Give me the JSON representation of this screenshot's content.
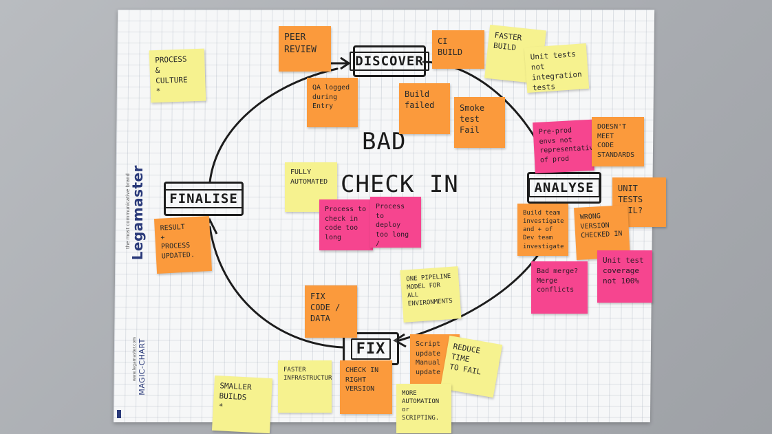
{
  "board": {
    "brand_logo": "Legamaster",
    "brand_logo_sub": "the most communicative brand",
    "brand_chart": "MAGIC-CHART",
    "brand_chart_sub": "www.legamaster.com"
  },
  "center": {
    "line1": "BAD",
    "line2": "CHECK IN"
  },
  "stages": {
    "discover": "DISCOVER",
    "analyse": "ANALYSE",
    "fix": "FIX",
    "finalise": "FINALISE"
  },
  "notes": [
    {
      "id": "peer-review",
      "text": "PEER\nREVIEW",
      "color": "orange"
    },
    {
      "id": "ci-build",
      "text": "CI\nBUILD",
      "color": "orange"
    },
    {
      "id": "faster-build",
      "text": "FASTER\nBUILD",
      "color": "yellow"
    },
    {
      "id": "unit-tests-not-integration",
      "text": "Unit tests\nnot\nintegration\ntests",
      "color": "yellow"
    },
    {
      "id": "process-culture",
      "text": "PROCESS\n&\nCULTURE\n*",
      "color": "yellow"
    },
    {
      "id": "qa-logged",
      "text": "QA logged\nduring Entry",
      "color": "orange"
    },
    {
      "id": "build-failed",
      "text": "Build\nfailed",
      "color": "orange"
    },
    {
      "id": "smoke-test-fail",
      "text": "Smoke\ntest\nFail",
      "color": "orange"
    },
    {
      "id": "pre-prod-envs",
      "text": "Pre-prod\nenvs not\nrepresentative\nof prod",
      "color": "pink"
    },
    {
      "id": "doesnt-meet-code-standards",
      "text": "DOESN'T\nMEET\nCODE\nSTANDARDS",
      "color": "orange"
    },
    {
      "id": "fully-automated",
      "text": "FULLY\nAUTOMATED",
      "color": "yellow"
    },
    {
      "id": "process-to-check-in",
      "text": "Process to\ncheck in\ncode too\nlong",
      "color": "pink"
    },
    {
      "id": "process-to-deploy",
      "text": "Process to\ndeploy\ntoo long /\nfinit",
      "color": "pink"
    },
    {
      "id": "unit-tests-fail",
      "text": "UNIT\nTESTS\nFAIL?",
      "color": "orange"
    },
    {
      "id": "build-team-investigate",
      "text": "Build team\ninvestigate\nand + of\nDev team\ninvestigate",
      "color": "orange"
    },
    {
      "id": "wrong-version-checked-in",
      "text": "WRONG\nVERSION\nCHECKED IN",
      "color": "orange"
    },
    {
      "id": "result-process-updated",
      "text": "RESULT\n+\nPROCESS\nUPDATED.",
      "color": "orange"
    },
    {
      "id": "bad-merge",
      "text": "Bad merge?\nMerge conflicts",
      "color": "pink"
    },
    {
      "id": "unit-test-coverage",
      "text": "Unit test\ncoverage\nnot 100%",
      "color": "pink"
    },
    {
      "id": "one-pipeline-model",
      "text": "ONE PIPELINE\nMODEL FOR\nALL\nENVIRONMENTS",
      "color": "yellow"
    },
    {
      "id": "fix-code-data",
      "text": "FIX\nCODE /\nDATA",
      "color": "orange"
    },
    {
      "id": "script-update",
      "text": "Script\nupdate\nManual pr\nupdate",
      "color": "orange"
    },
    {
      "id": "reduce-time-to-fail",
      "text": "REDUCE\nTIME\nTO FAIL",
      "color": "yellow"
    },
    {
      "id": "faster-infrastructure",
      "text": "FASTER\nINFRASTRUCTURE",
      "color": "yellow"
    },
    {
      "id": "check-in-right-version",
      "text": "CHECK IN\nRIGHT\nVERSION",
      "color": "orange"
    },
    {
      "id": "smaller-builds",
      "text": "SMALLER\nBUILDS\n*",
      "color": "yellow"
    },
    {
      "id": "more-automation",
      "text": "MORE\nAUTOMATION\nor\nSCRIPTING.",
      "color": "yellow"
    }
  ],
  "colors": {
    "orange": "#fb9a3c",
    "yellow": "#f6f28f",
    "pink": "#f6458f",
    "ink": "#1d1d1d"
  }
}
